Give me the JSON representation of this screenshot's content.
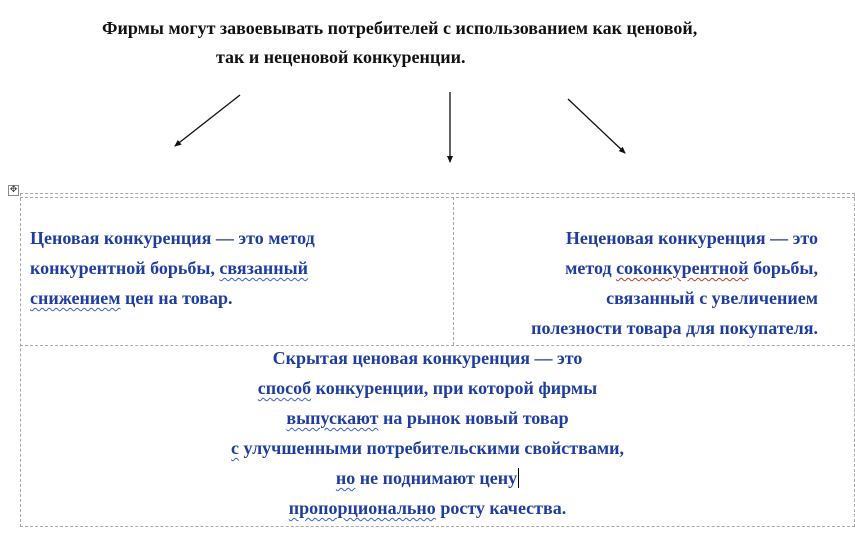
{
  "heading": {
    "line1": "Фирмы могут завоевывать потребителей с использованием как ценовой,",
    "line2": "так и неценовой конкуренции."
  },
  "left_cell": {
    "line1": "Ценовая конкуренция — это метод",
    "line2_a": "конкурентной борьбы, ",
    "line2_b": "связанный ",
    "line3_a": "снижением",
    "line3_b": " цен на товар."
  },
  "right_cell": {
    "line1": "Неценовая конкуренция — это",
    "line2_a": "метод ",
    "line2_b": "соконкурентной",
    "line2_c": " борьбы,",
    "line3": "связанный с увеличением",
    "line4": "полезности товара для покупателя."
  },
  "bottom_cell": {
    "line1": "Скрытая ценовая конкуренция — это",
    "line2_a": "способ",
    "line2_b": " конкуренции, при которой фирмы",
    "line3_a": "выпускают",
    "line3_b": " на рынок новый товар",
    "line4_a": "с",
    "line4_b": " улучшенными потребительскими свойствами,",
    "line5_a": "но",
    "line5_b": " не поднимают цену",
    "line6_a": "пропорционально",
    "line6_b": " росту качества."
  },
  "icons": {
    "table_move_handle": "move-icon"
  },
  "colors": {
    "heading_text": "#111111",
    "cell_text": "#1f3da0",
    "spellcheck_underline": "#c0392b",
    "grammar_underline": "#3a5fd0",
    "gridlines": "#a8a8a8"
  }
}
